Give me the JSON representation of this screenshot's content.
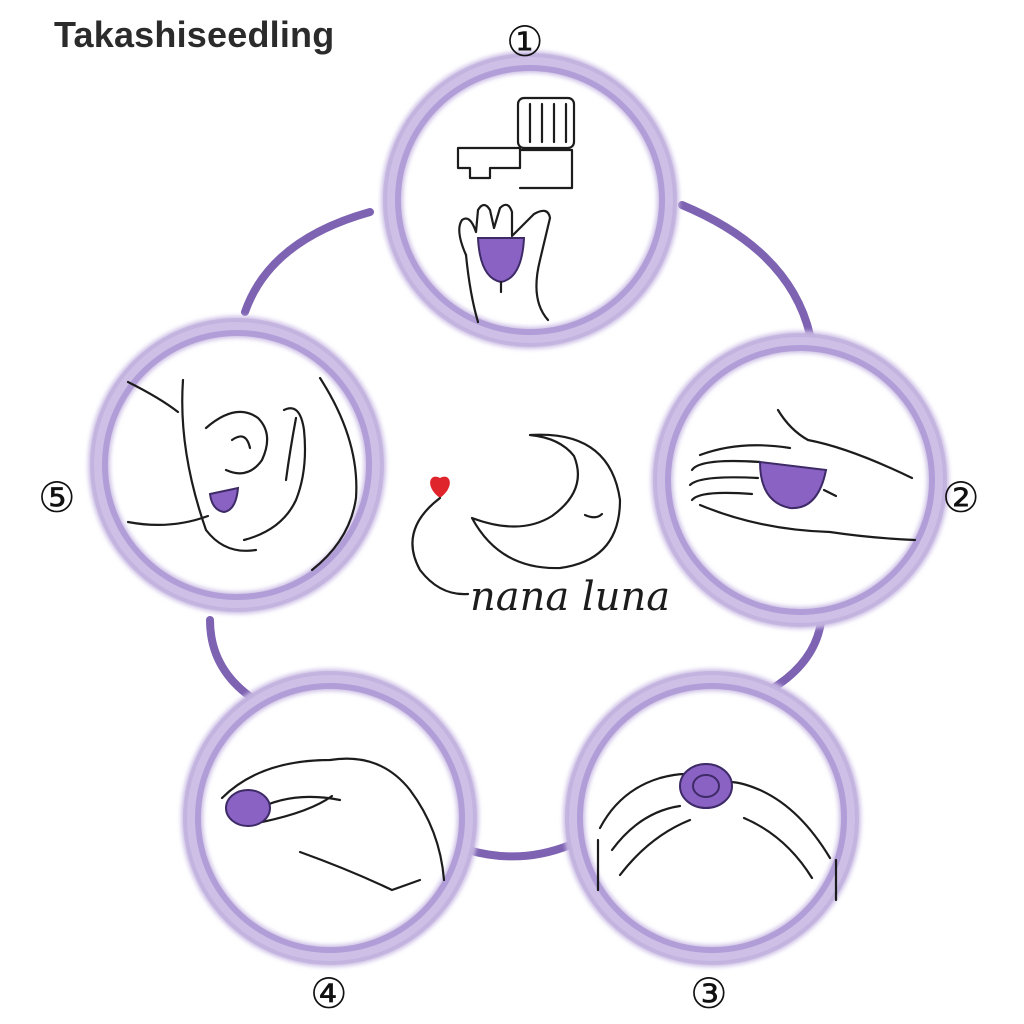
{
  "watermark": {
    "text": "Takashiseedling"
  },
  "steps": [
    {
      "number": "①",
      "icon": "faucet-wash-hands-icon"
    },
    {
      "number": "②",
      "icon": "cup-in-palm-icon"
    },
    {
      "number": "③",
      "icon": "fold-cup-icon"
    },
    {
      "number": "④",
      "icon": "hold-folded-cup-icon"
    },
    {
      "number": "⑤",
      "icon": "insert-cup-anatomy-icon"
    }
  ],
  "logo": {
    "text": "nana luna",
    "icon": "moon-heart-logo-icon"
  },
  "colors": {
    "ring": "#b8a5d8",
    "ring_dark": "#8e74c0",
    "connector": "#7e63b3",
    "cup": "#8a62c4",
    "heart": "#e0242c"
  }
}
